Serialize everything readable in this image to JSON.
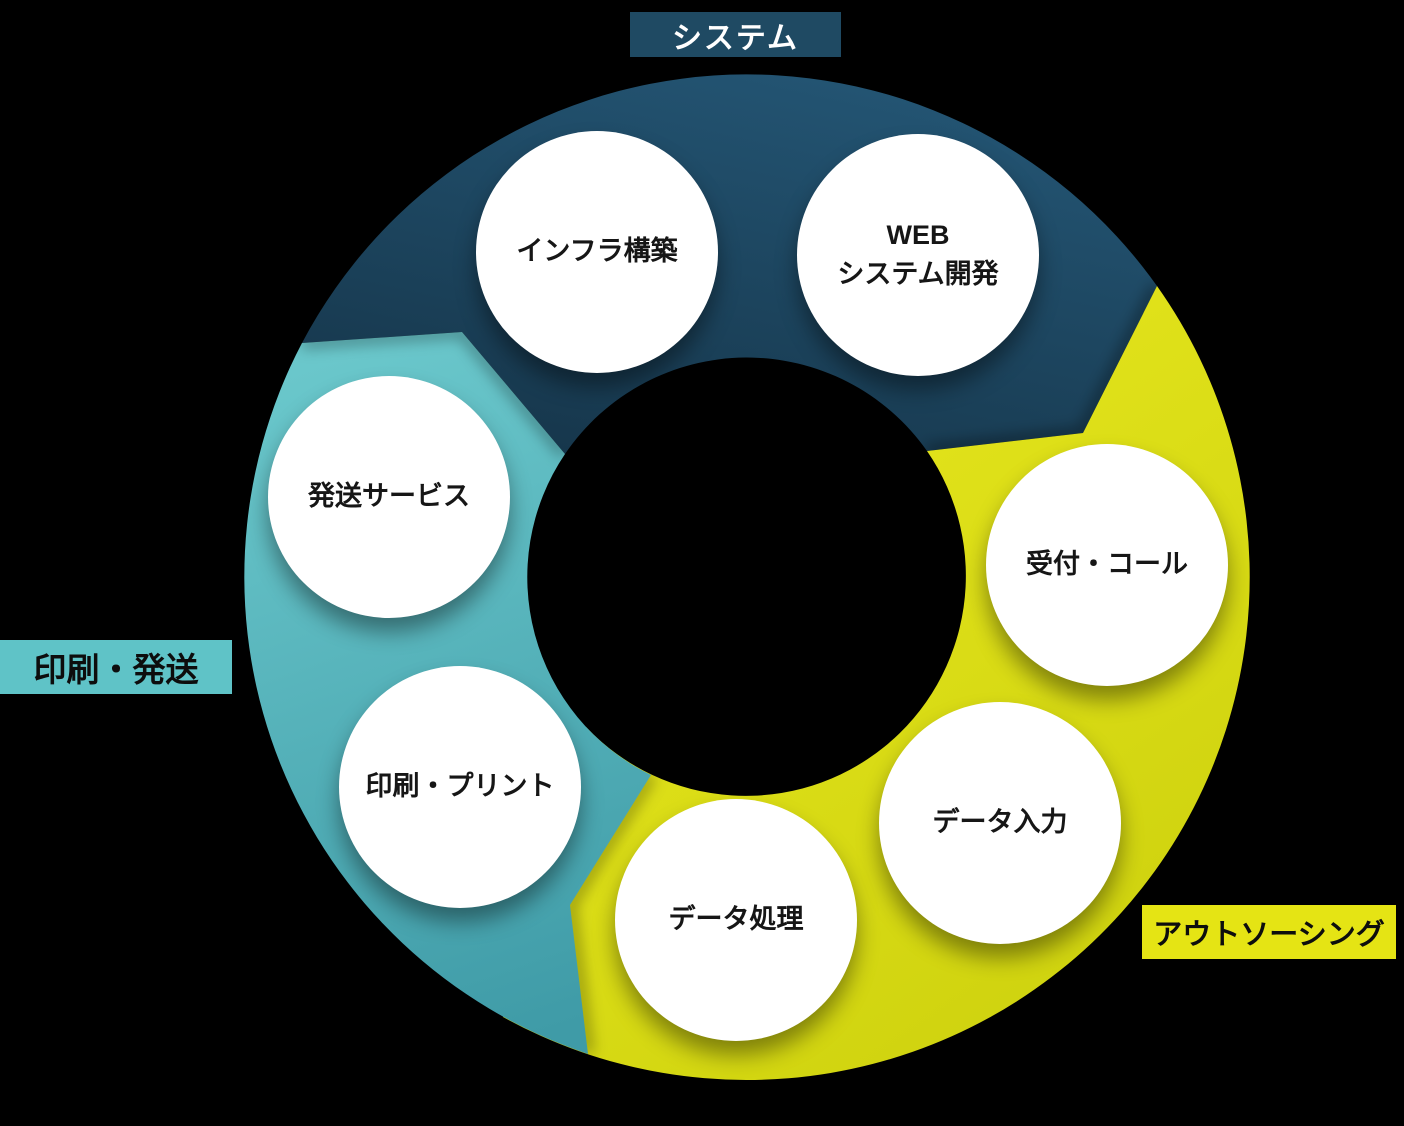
{
  "diagram": {
    "title": "service ring diagram",
    "background_color": "#000000",
    "segments": [
      {
        "name": "system",
        "label": "システム",
        "color": "#1f4a63",
        "color_light": "#245675",
        "color_dark": "#16364b",
        "label_position": "top"
      },
      {
        "name": "outsourcing",
        "label": "アウトソーシング",
        "color": "#e5e414",
        "color_light": "#e9e91f",
        "color_dark": "#ccd00d",
        "label_position": "bottom-right"
      },
      {
        "name": "print_shipping",
        "label": "印刷・発送",
        "color": "#5fc3c7",
        "color_light": "#6ac7cb",
        "color_dark": "#3f9ba7",
        "label_position": "left"
      }
    ],
    "services": [
      {
        "name": "infrastructure",
        "segment": "system",
        "label": "インフラ構築"
      },
      {
        "name": "web-system-dev",
        "segment": "system",
        "lines": [
          "WEB",
          "システム開発"
        ]
      },
      {
        "name": "shipping-service",
        "segment": "print_shipping",
        "label": "発送サービス"
      },
      {
        "name": "reception-call",
        "segment": "outsourcing",
        "label": "受付・コール"
      },
      {
        "name": "print",
        "segment": "print_shipping",
        "label": "印刷・プリント"
      },
      {
        "name": "data-entry",
        "segment": "outsourcing",
        "label": "データ入力"
      },
      {
        "name": "data-processing",
        "segment": "outsourcing",
        "label": "データ処理"
      }
    ]
  }
}
